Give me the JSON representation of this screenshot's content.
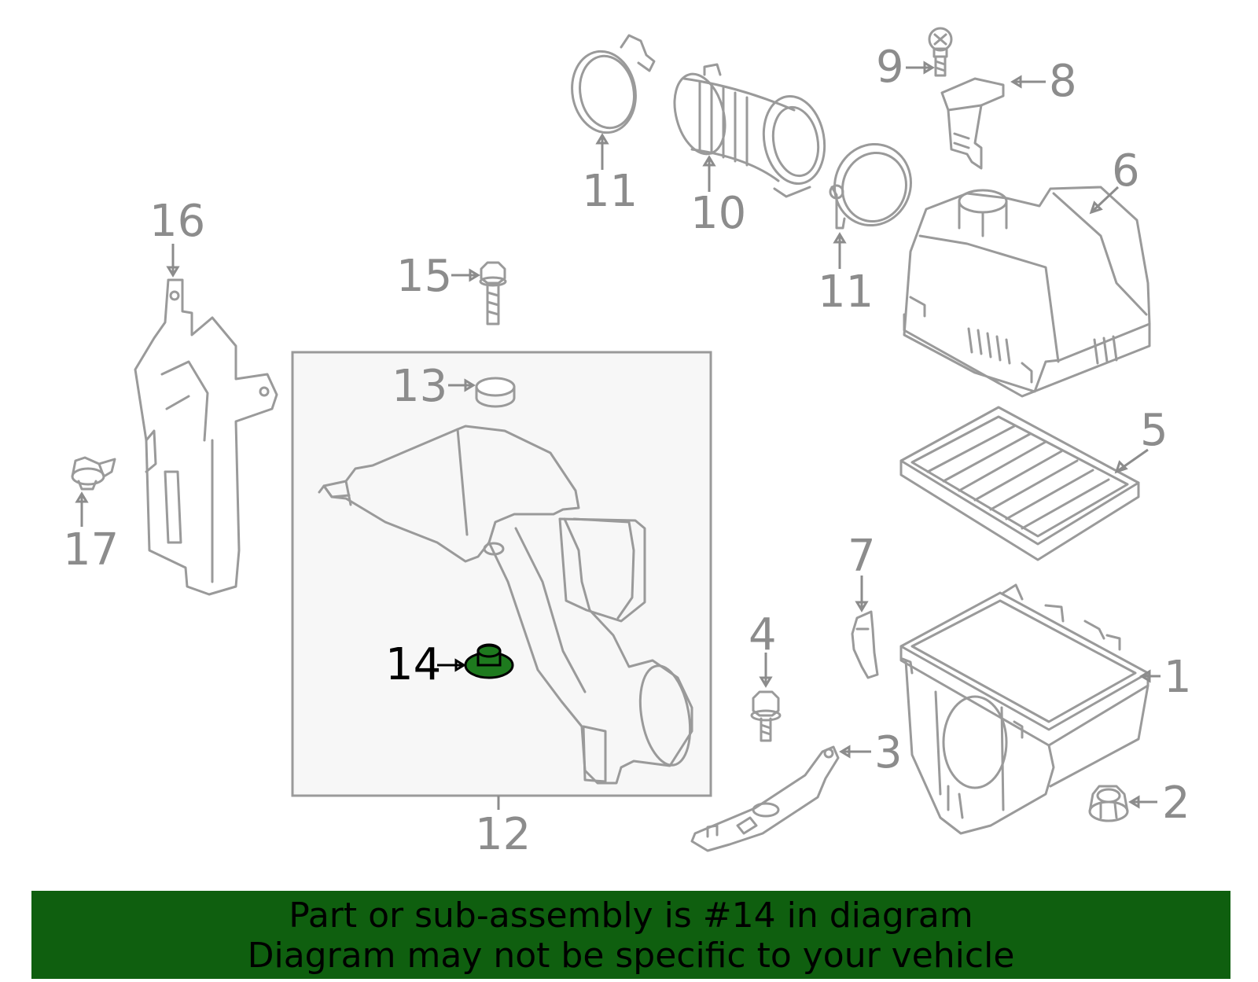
{
  "diagram": {
    "callouts": {
      "c1": "1",
      "c2": "2",
      "c3": "3",
      "c4": "4",
      "c5": "5",
      "c6": "6",
      "c7": "7",
      "c8": "8",
      "c9": "9",
      "c10": "10",
      "c11a": "11",
      "c11b": "11",
      "c12": "12",
      "c13": "13",
      "c14": "14",
      "c15": "15",
      "c16": "16",
      "c17": "17"
    },
    "highlighted_part": "14",
    "colors": {
      "line_art": "#9a9a9a",
      "highlight_fill": "#1e7a1e",
      "highlight_label": "#000000",
      "subassembly_box_fill": "#f7f7f7",
      "banner_bg": "#0f5f0f"
    }
  },
  "banner": {
    "line1": "Part or sub-assembly is #14 in diagram",
    "line2": "Diagram may not be specific to your vehicle"
  }
}
